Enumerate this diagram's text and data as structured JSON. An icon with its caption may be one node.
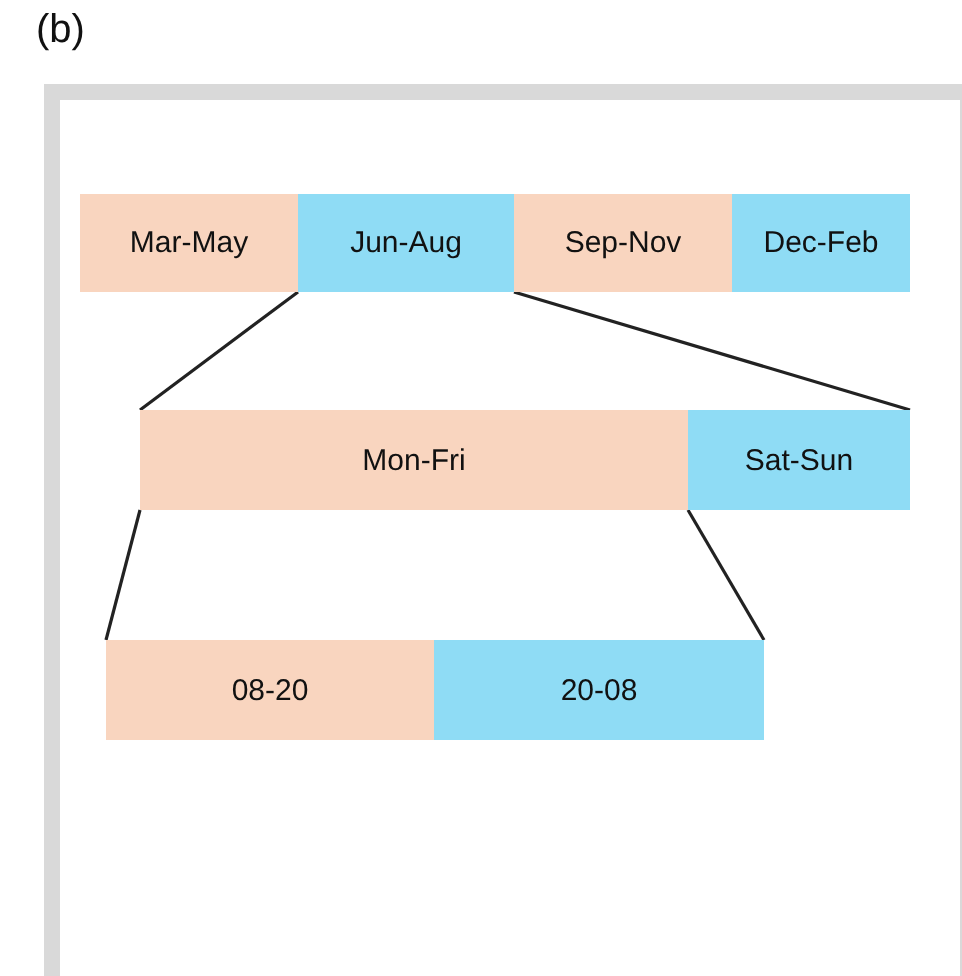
{
  "diagram": {
    "nodes": [
      {
        "text": [
          "Mar-May"
        ]
      },
      {
        "text": [
          "Jun-Aug"
        ]
      },
      {
        "text": [
          "Sep-Nov"
        ]
      },
      {
        "text": [
          "Dec-Feb"
        ]
      },
      {
        "text": [
          "Mon-Fri"
        ]
      },
      {
        "text": [
          "Sat-Sun"
        ]
      },
      {
        "text": [
          "08-20"
        ]
      },
      {
        "text": [
          "20-08"
        ]
      }
    ],
    "edges": [
      {
        "from": 1,
        "to": 4,
        "arrow": "none"
      },
      {
        "from": 1,
        "to": 5,
        "arrow": "none"
      },
      {
        "from": 4,
        "to": 6,
        "arrow": "none"
      },
      {
        "from": 4,
        "to": 7,
        "arrow": "none"
      }
    ],
    "labels": [
      "(b)"
    ]
  }
}
